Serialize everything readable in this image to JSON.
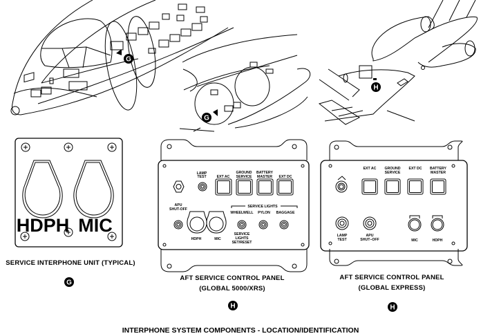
{
  "figure_title": "INTERPHONE SYSTEM COMPONENTS - LOCATION/IDENTIFICATION",
  "location_views": {
    "forward_fuselage_callout": "G",
    "engine_nacelle_callout": "G",
    "aft_fuselage_callout": "H"
  },
  "service_interphone_unit": {
    "caption": "SERVICE INTERPHONE UNIT (TYPICAL)",
    "callout": "G",
    "jack_labels": [
      "HDPH",
      "MIC"
    ]
  },
  "panel_global_5000": {
    "caption_line1": "AFT SERVICE CONTROL PANEL",
    "caption_line2": "(GLOBAL 5000/XRS)",
    "callout": "H",
    "apu_label": [
      "APU",
      "SHUT-OFF"
    ],
    "lamp_test_label": [
      "LAMP",
      "TEST"
    ],
    "switches": [
      {
        "label": [
          "",
          "EXT AC"
        ]
      },
      {
        "label": [
          "GROUND",
          "SERVICE"
        ]
      },
      {
        "label": [
          "BATTERY",
          "MASTER"
        ]
      },
      {
        "label": [
          "",
          "EXT DC"
        ]
      }
    ],
    "service_lights_header": "SERVICE LIGHTS",
    "service_lights": [
      "WHEELWELL",
      "PYLON",
      "BAGGAGE"
    ],
    "service_lights_reset": [
      "SERVICE",
      "LIGHTS",
      "SET/RESET"
    ],
    "jacks": [
      "HDPH",
      "MIC"
    ]
  },
  "panel_global_express": {
    "caption_line1": "AFT SERVICE CONTROL PANEL",
    "caption_line2": "(GLOBAL EXPRESS)",
    "callout": "H",
    "switches": [
      {
        "label": [
          "",
          "EXT AC"
        ]
      },
      {
        "label": [
          "GROUND",
          "SERVICE"
        ]
      },
      {
        "label": [
          "",
          "EXT DC"
        ]
      },
      {
        "label": [
          "BATTERY",
          "MASTER"
        ]
      }
    ],
    "lamp_test_label": [
      "LAMP",
      "TEST"
    ],
    "apu_label": [
      "APU",
      "SHUT–OFF"
    ],
    "jacks": [
      "MIC",
      "HDPH"
    ]
  }
}
